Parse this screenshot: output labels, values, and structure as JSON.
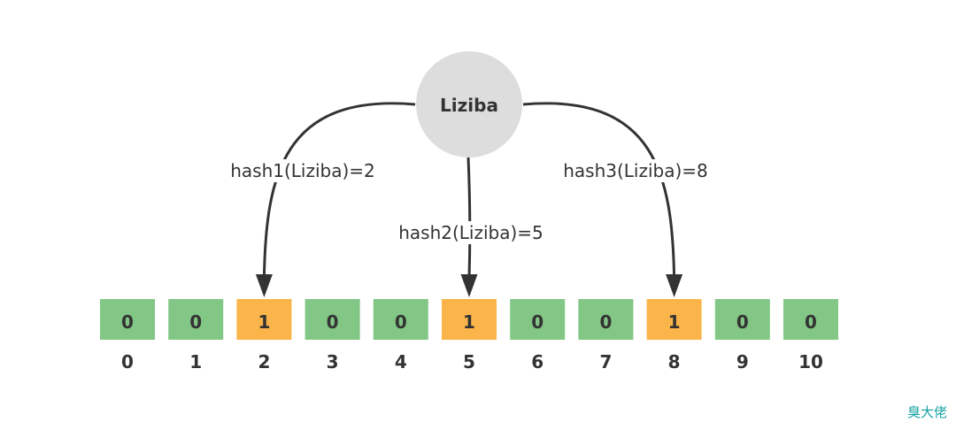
{
  "node": {
    "label": "Liziba"
  },
  "hashes": [
    {
      "label": "hash1(Liziba)=2",
      "target": 2
    },
    {
      "label": "hash2(Liziba)=5",
      "target": 5
    },
    {
      "label": "hash3(Liziba)=8",
      "target": 8
    }
  ],
  "bits": [
    0,
    0,
    1,
    0,
    0,
    1,
    0,
    0,
    1,
    0,
    0
  ],
  "indices": [
    "0",
    "1",
    "2",
    "3",
    "4",
    "5",
    "6",
    "7",
    "8",
    "9",
    "10"
  ],
  "colors": {
    "bit_zero": "#82c785",
    "bit_one": "#fbb44a"
  },
  "watermark": "臭大佬"
}
